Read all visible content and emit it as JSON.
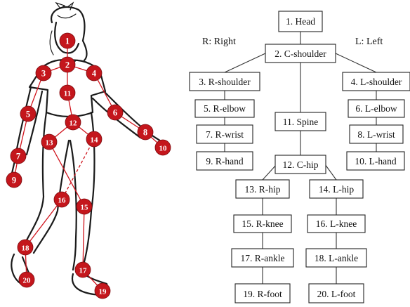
{
  "legend": {
    "right": "R: Right",
    "left": "L: Left"
  },
  "nodes": {
    "1": "1. Head",
    "2": "2. C-shoulder",
    "3": "3. R-shoulder",
    "4": "4. L-shoulder",
    "5": "5. R-elbow",
    "6": "6. L-elbow",
    "7": "7. R-wrist",
    "8": "8. L-wrist",
    "9": "9. R-hand",
    "10": "10. L-hand",
    "11": "11. Spine",
    "12": "12. C-hip",
    "13": "13. R-hip",
    "14": "14. L-hip",
    "15": "15. R-knee",
    "16": "16. L-knee",
    "17": "17. R-ankle",
    "18": "18. L-ankle",
    "19": "19. R-foot",
    "20": "20. L-foot"
  },
  "joint_labels": [
    "1",
    "2",
    "3",
    "4",
    "5",
    "6",
    "7",
    "8",
    "9",
    "10",
    "11",
    "12",
    "13",
    "14",
    "15",
    "16",
    "17",
    "18",
    "19",
    "20"
  ],
  "colors": {
    "joint": "#c4161c",
    "skeleton": "#d0121b",
    "box_stroke": "#222222"
  }
}
